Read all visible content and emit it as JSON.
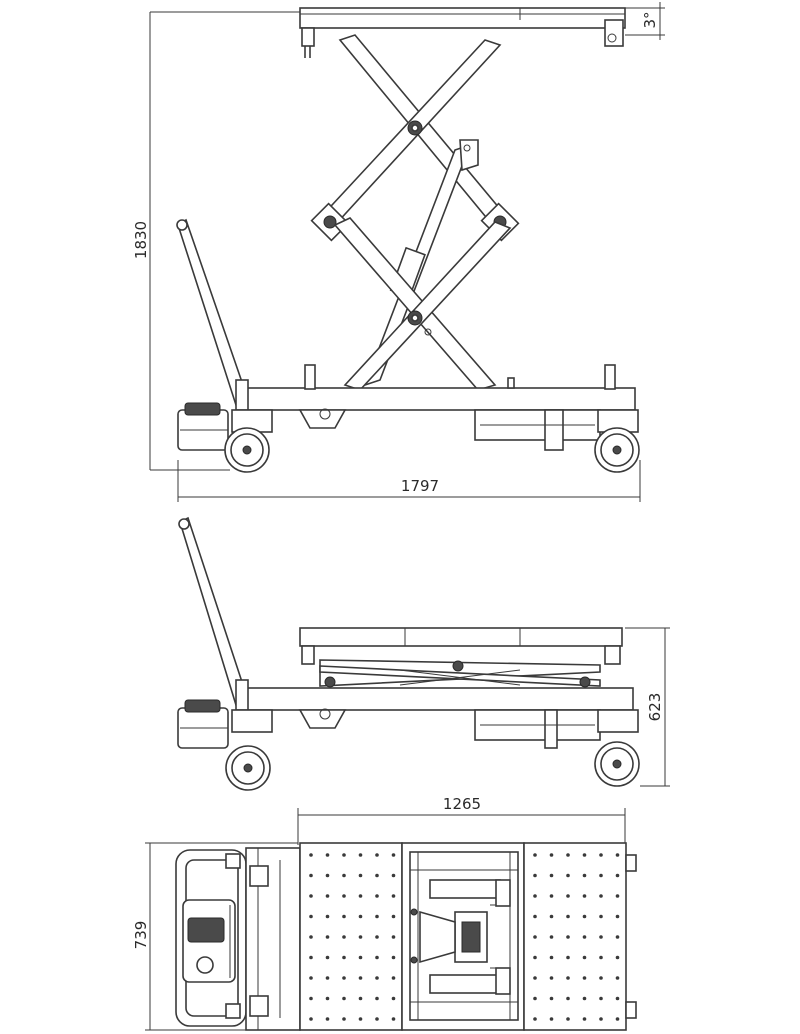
{
  "dimensions": {
    "max_height": "1830",
    "length": "1797",
    "tilt_angle": "3°",
    "min_height": "623",
    "platform_length": "1265",
    "width": "739"
  },
  "colors": {
    "line": "#3a3a3a",
    "background": "#ffffff"
  }
}
